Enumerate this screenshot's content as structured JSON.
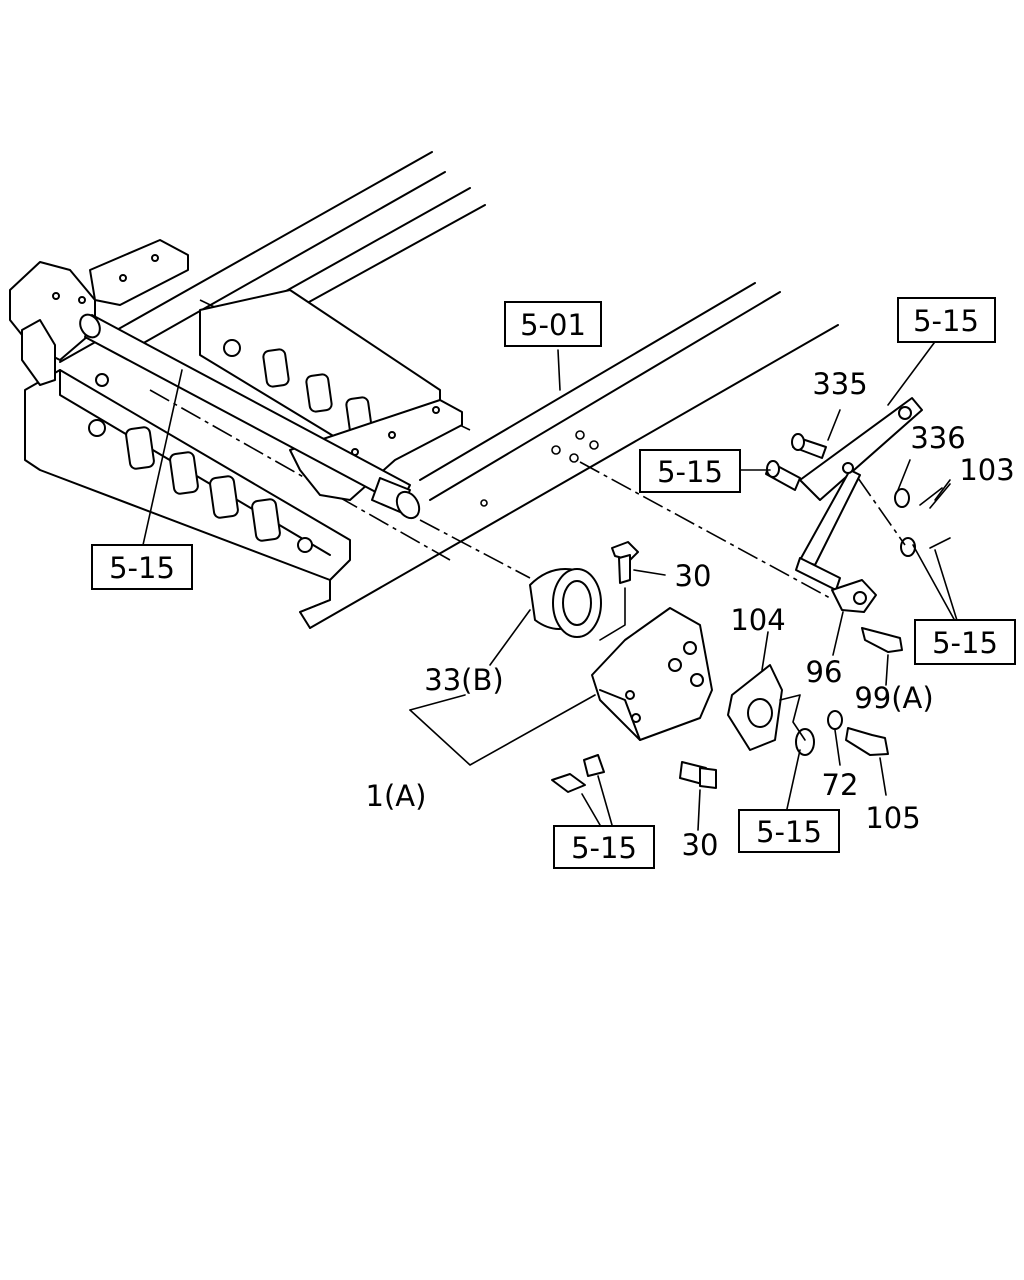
{
  "labels": {
    "ref_5_01": "5-01",
    "ref_5_15_left": "5-15",
    "ref_5_15_top": "5-15",
    "ref_5_15_mid": "5-15",
    "ref_5_15_right": "5-15",
    "ref_5_15_bottom_left": "5-15",
    "ref_5_15_bottom_mid": "5-15",
    "part_335": "335",
    "part_336": "336",
    "part_103": "103",
    "part_30_top": "30",
    "part_30_bottom": "30",
    "part_33b": "33(B)",
    "part_1a": "1(A)",
    "part_104": "104",
    "part_96": "96",
    "part_99a": "99(A)",
    "part_72": "72",
    "part_105": "105"
  }
}
